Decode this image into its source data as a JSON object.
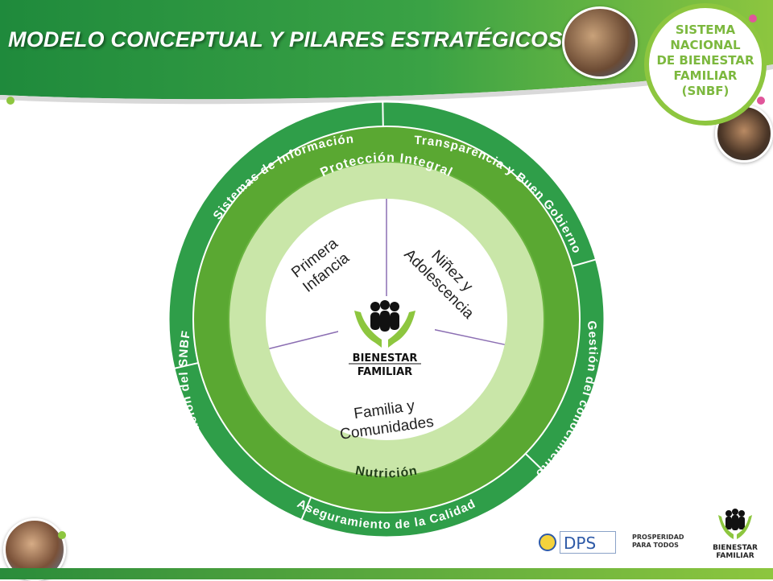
{
  "title": "MODELO CONCEPTUAL Y PILARES ESTRATÉGICOS",
  "badge": {
    "text": "SISTEMA\nNACIONAL\nDE BIENESTAR\nFAMILIAR\n(SNBF)"
  },
  "outer_ring": {
    "segments": [
      "Sistemas de Información",
      "Transparencia y Buen Gobierno",
      "Gestión del conocimiento",
      "Aseguramiento de la Calidad",
      "Articulación del SNBF"
    ]
  },
  "middle_ring": {
    "top": "Protección Integral",
    "bottom": "Nutrición"
  },
  "core": {
    "segments": [
      [
        "Primera",
        "Infancia"
      ],
      [
        "Niñez y",
        "Adolescencia"
      ],
      [
        "Familia y",
        "Comunidades"
      ]
    ],
    "logo_text": [
      "BIENESTAR",
      "FAMILIAR"
    ]
  },
  "footer": {
    "dps_label": "DPS",
    "prosperidad": "PROSPERIDAD\nPARA TODOS",
    "logo_text": "BIENESTAR\nFAMILIAR"
  },
  "colors": {
    "dark_green": "#2e9b44",
    "outer_ring": "#2f9e49",
    "middle_ring": "#5aa832",
    "inner_ring": "#c9e6a8",
    "accent_green": "#8dc63f",
    "pink": "#e0569a"
  }
}
